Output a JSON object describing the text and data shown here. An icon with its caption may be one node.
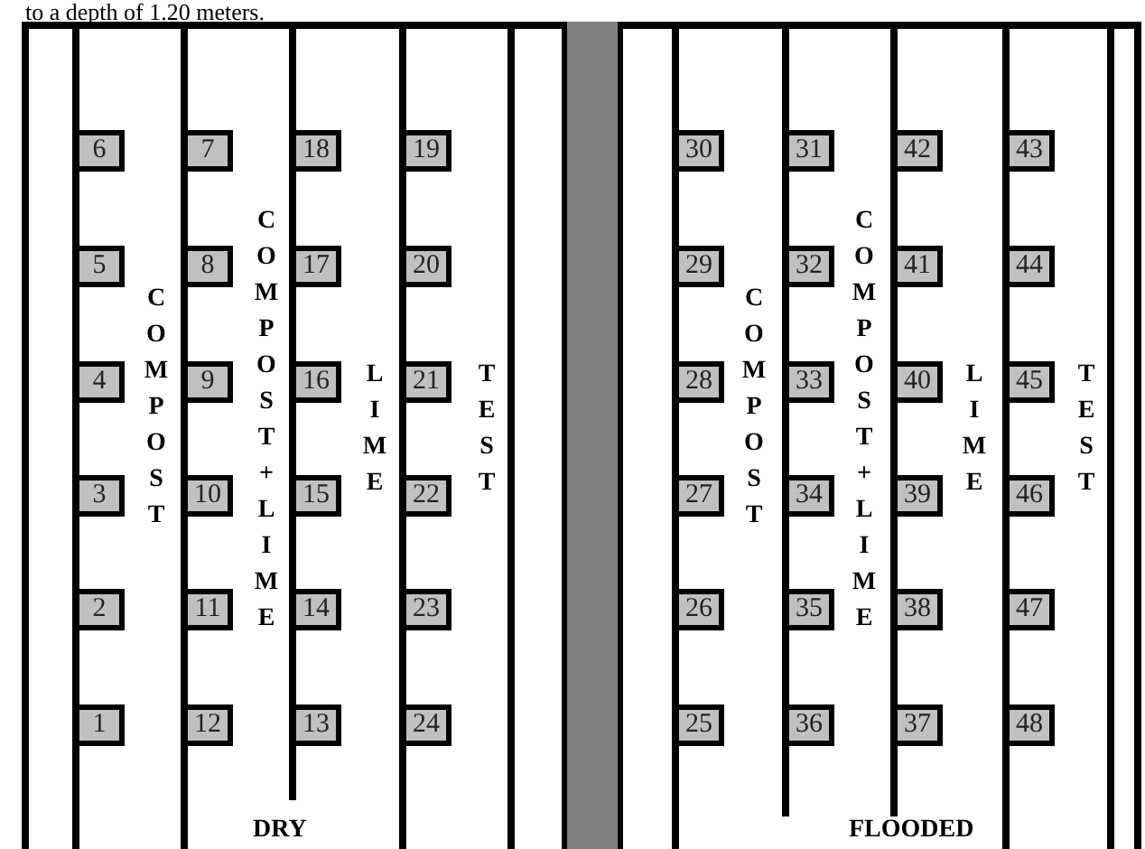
{
  "diagram": {
    "nodes": [
      {
        "text": [
          "6"
        ]
      },
      {
        "text": [
          "7"
        ]
      },
      {
        "text": [
          "18"
        ]
      },
      {
        "text": [
          "19"
        ]
      },
      {
        "text": [
          "30"
        ]
      },
      {
        "text": [
          "31"
        ]
      },
      {
        "text": [
          "42"
        ]
      },
      {
        "text": [
          "43"
        ]
      },
      {
        "text": [
          "5"
        ]
      },
      {
        "text": [
          "8"
        ]
      },
      {
        "text": [
          "17"
        ]
      },
      {
        "text": [
          "20"
        ]
      },
      {
        "text": [
          "29"
        ]
      },
      {
        "text": [
          "32"
        ]
      },
      {
        "text": [
          "41"
        ]
      },
      {
        "text": [
          "44"
        ]
      },
      {
        "text": [
          "4"
        ]
      },
      {
        "text": [
          "9"
        ]
      },
      {
        "text": [
          "16"
        ]
      },
      {
        "text": [
          "21"
        ]
      },
      {
        "text": [
          "28"
        ]
      },
      {
        "text": [
          "33"
        ]
      },
      {
        "text": [
          "40"
        ]
      },
      {
        "text": [
          "45"
        ]
      },
      {
        "text": [
          "3"
        ]
      },
      {
        "text": [
          "10"
        ]
      },
      {
        "text": [
          "15"
        ]
      },
      {
        "text": [
          "22"
        ]
      },
      {
        "text": [
          "27"
        ]
      },
      {
        "text": [
          "34"
        ]
      },
      {
        "text": [
          "39"
        ]
      },
      {
        "text": [
          "46"
        ]
      },
      {
        "text": [
          "2"
        ]
      },
      {
        "text": [
          "11"
        ]
      },
      {
        "text": [
          "14"
        ]
      },
      {
        "text": [
          "23"
        ]
      },
      {
        "text": [
          "26"
        ]
      },
      {
        "text": [
          "35"
        ]
      },
      {
        "text": [
          "38"
        ]
      },
      {
        "text": [
          "47"
        ]
      },
      {
        "text": [
          "1"
        ]
      },
      {
        "text": [
          "12"
        ]
      },
      {
        "text": [
          "13"
        ]
      },
      {
        "text": [
          "24"
        ]
      },
      {
        "text": [
          "25"
        ]
      },
      {
        "text": [
          "36"
        ]
      },
      {
        "text": [
          "37"
        ]
      },
      {
        "text": [
          "48"
        ]
      }
    ],
    "labels": [
      "to a depth of 1.20 meters.",
      "COMPOST",
      "COMPOST+LIME",
      "LIME",
      "TEST",
      "COMPOST",
      "COMPOST+LIME",
      "LIME",
      "TEST",
      "DRY",
      "FLOODED"
    ]
  }
}
